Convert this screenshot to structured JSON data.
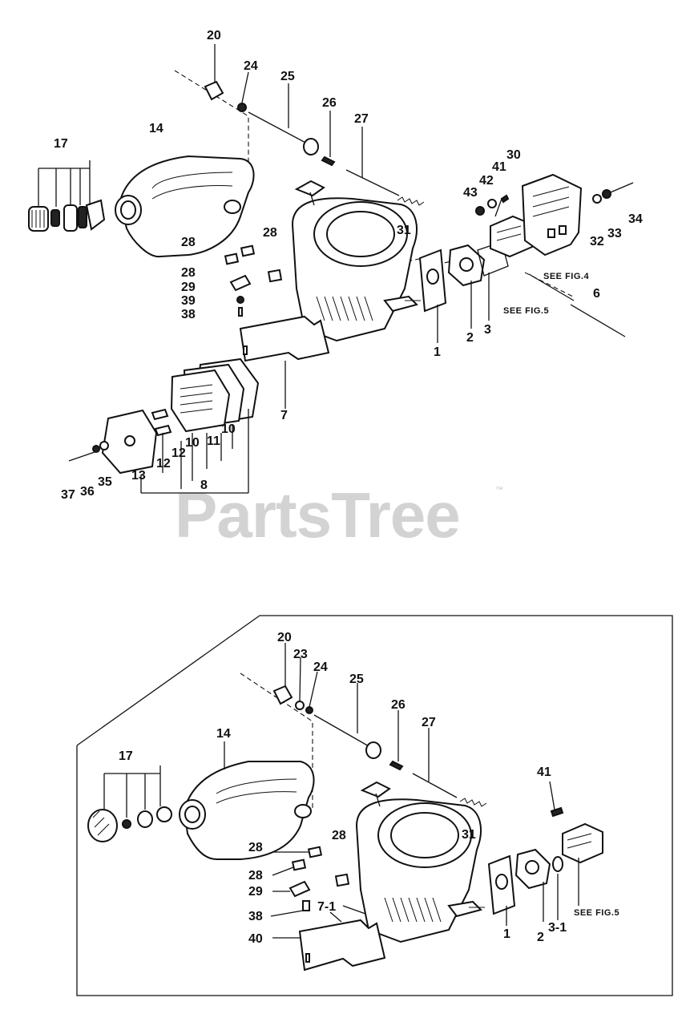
{
  "watermark": {
    "text": "PartsTree",
    "trademark": "™"
  },
  "figure_top": {
    "labels": {
      "p20": "20",
      "p24": "24",
      "p25": "25",
      "p26": "26",
      "p27": "27",
      "p17": "17",
      "p14": "14",
      "p30": "30",
      "p41": "41",
      "p42": "42",
      "p43": "43",
      "p34": "34",
      "p32": "32",
      "p33": "33",
      "p28a": "28",
      "p28b": "28",
      "p28c": "28",
      "p31": "31",
      "p29": "29",
      "p39": "39",
      "p38": "38",
      "p1": "1",
      "p2": "2",
      "p3": "3",
      "p6": "6",
      "p7": "7",
      "p10a": "10",
      "p10b": "10",
      "p11": "11",
      "p12a": "12",
      "p12b": "12",
      "p13": "13",
      "p8": "8",
      "p35": "35",
      "p36": "36",
      "p37": "37"
    },
    "see_fig4": "SEE FIG.4",
    "see_fig5": "SEE FIG.5"
  },
  "figure_bottom": {
    "labels": {
      "p20": "20",
      "p23": "23",
      "p24": "24",
      "p25": "25",
      "p26": "26",
      "p27": "27",
      "p14": "14",
      "p17": "17",
      "p41": "41",
      "p28a": "28",
      "p28b": "28",
      "p28c": "28",
      "p31": "31",
      "p29": "29",
      "p38": "38",
      "p7_1": "7-1",
      "p40": "40",
      "p1": "1",
      "p2": "2",
      "p3_1": "3-1"
    },
    "see_fig5": "SEE FIG.5"
  }
}
